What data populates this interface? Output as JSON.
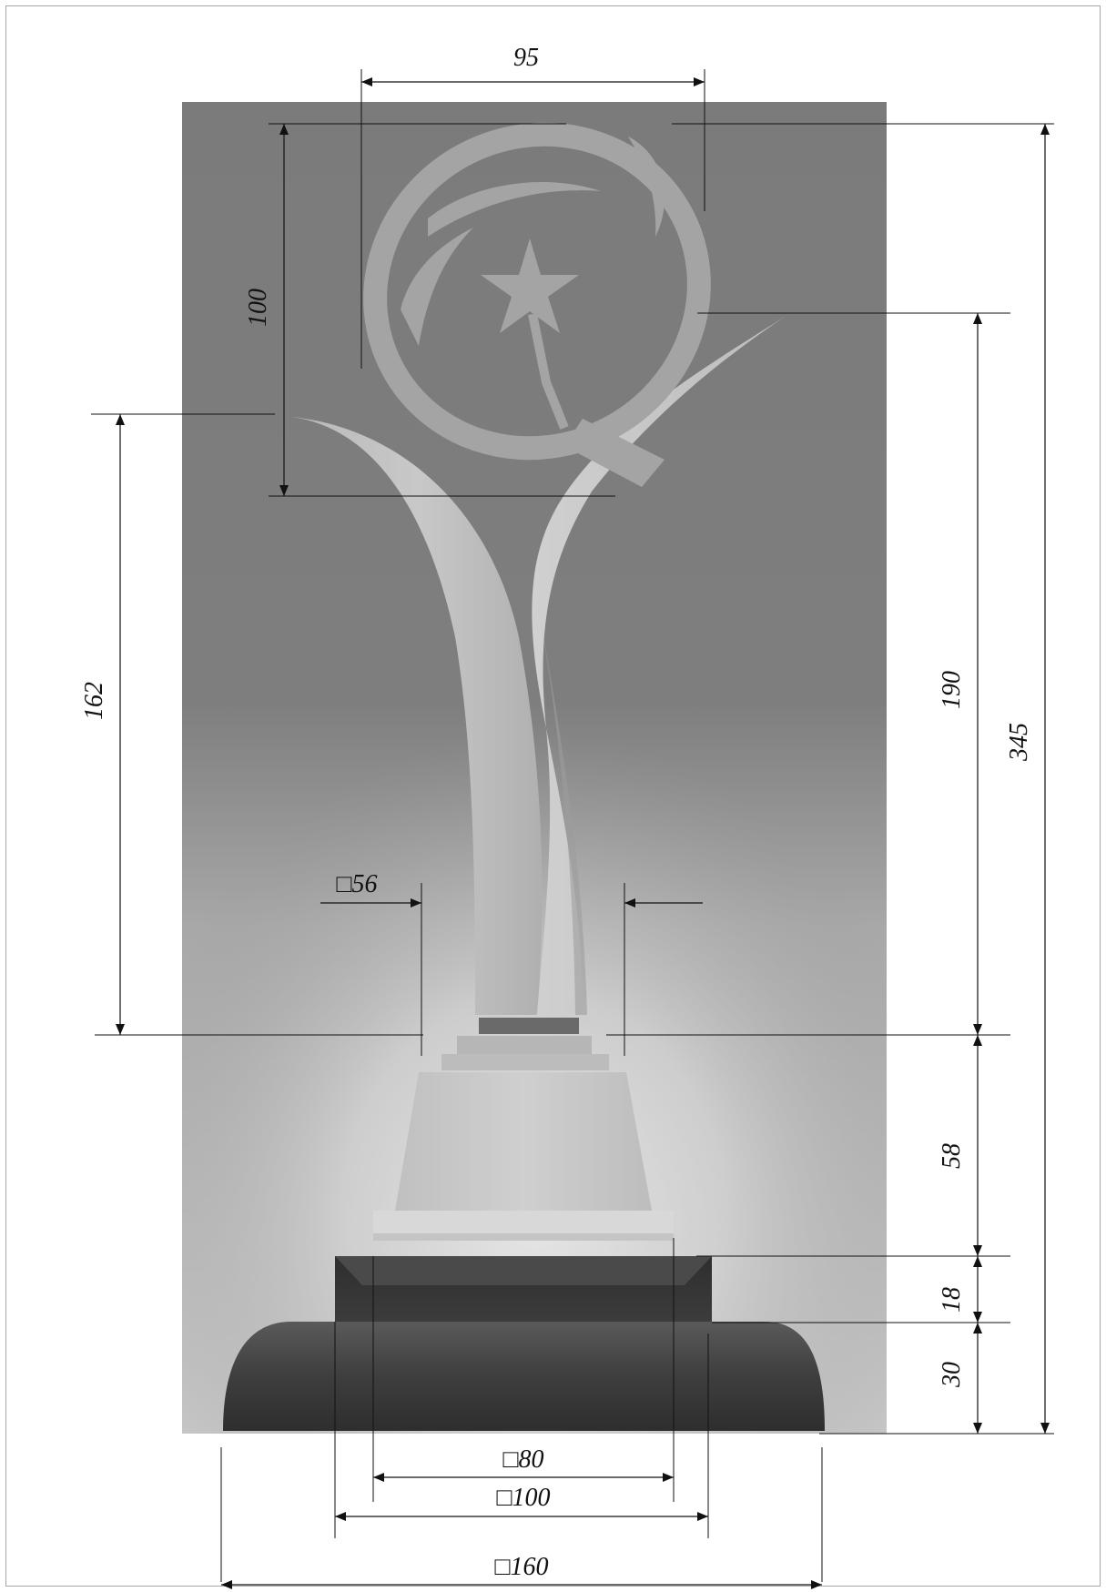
{
  "dimensions": {
    "top_ring_width": "95",
    "ring_height": "100",
    "leaf_height": "162",
    "stem_width": "□56",
    "upper_height": "190",
    "total_height": "345",
    "pedestal_height": "58",
    "middle_base_height": "18",
    "bottom_base_height": "30",
    "pedestal_width": "□80",
    "middle_base_width": "□100",
    "bottom_base_width": "□160"
  },
  "colors": {
    "background_dark": "#7a7a7a",
    "glow_light": "#dcdcdc",
    "trophy_light": "#c4c4c4",
    "base_dark": "#3a3a3a",
    "base_bottom": "#4a4a4a",
    "dimension_lines": "#111111"
  },
  "icons": {
    "star": "star-icon",
    "ring": "ring-icon"
  }
}
